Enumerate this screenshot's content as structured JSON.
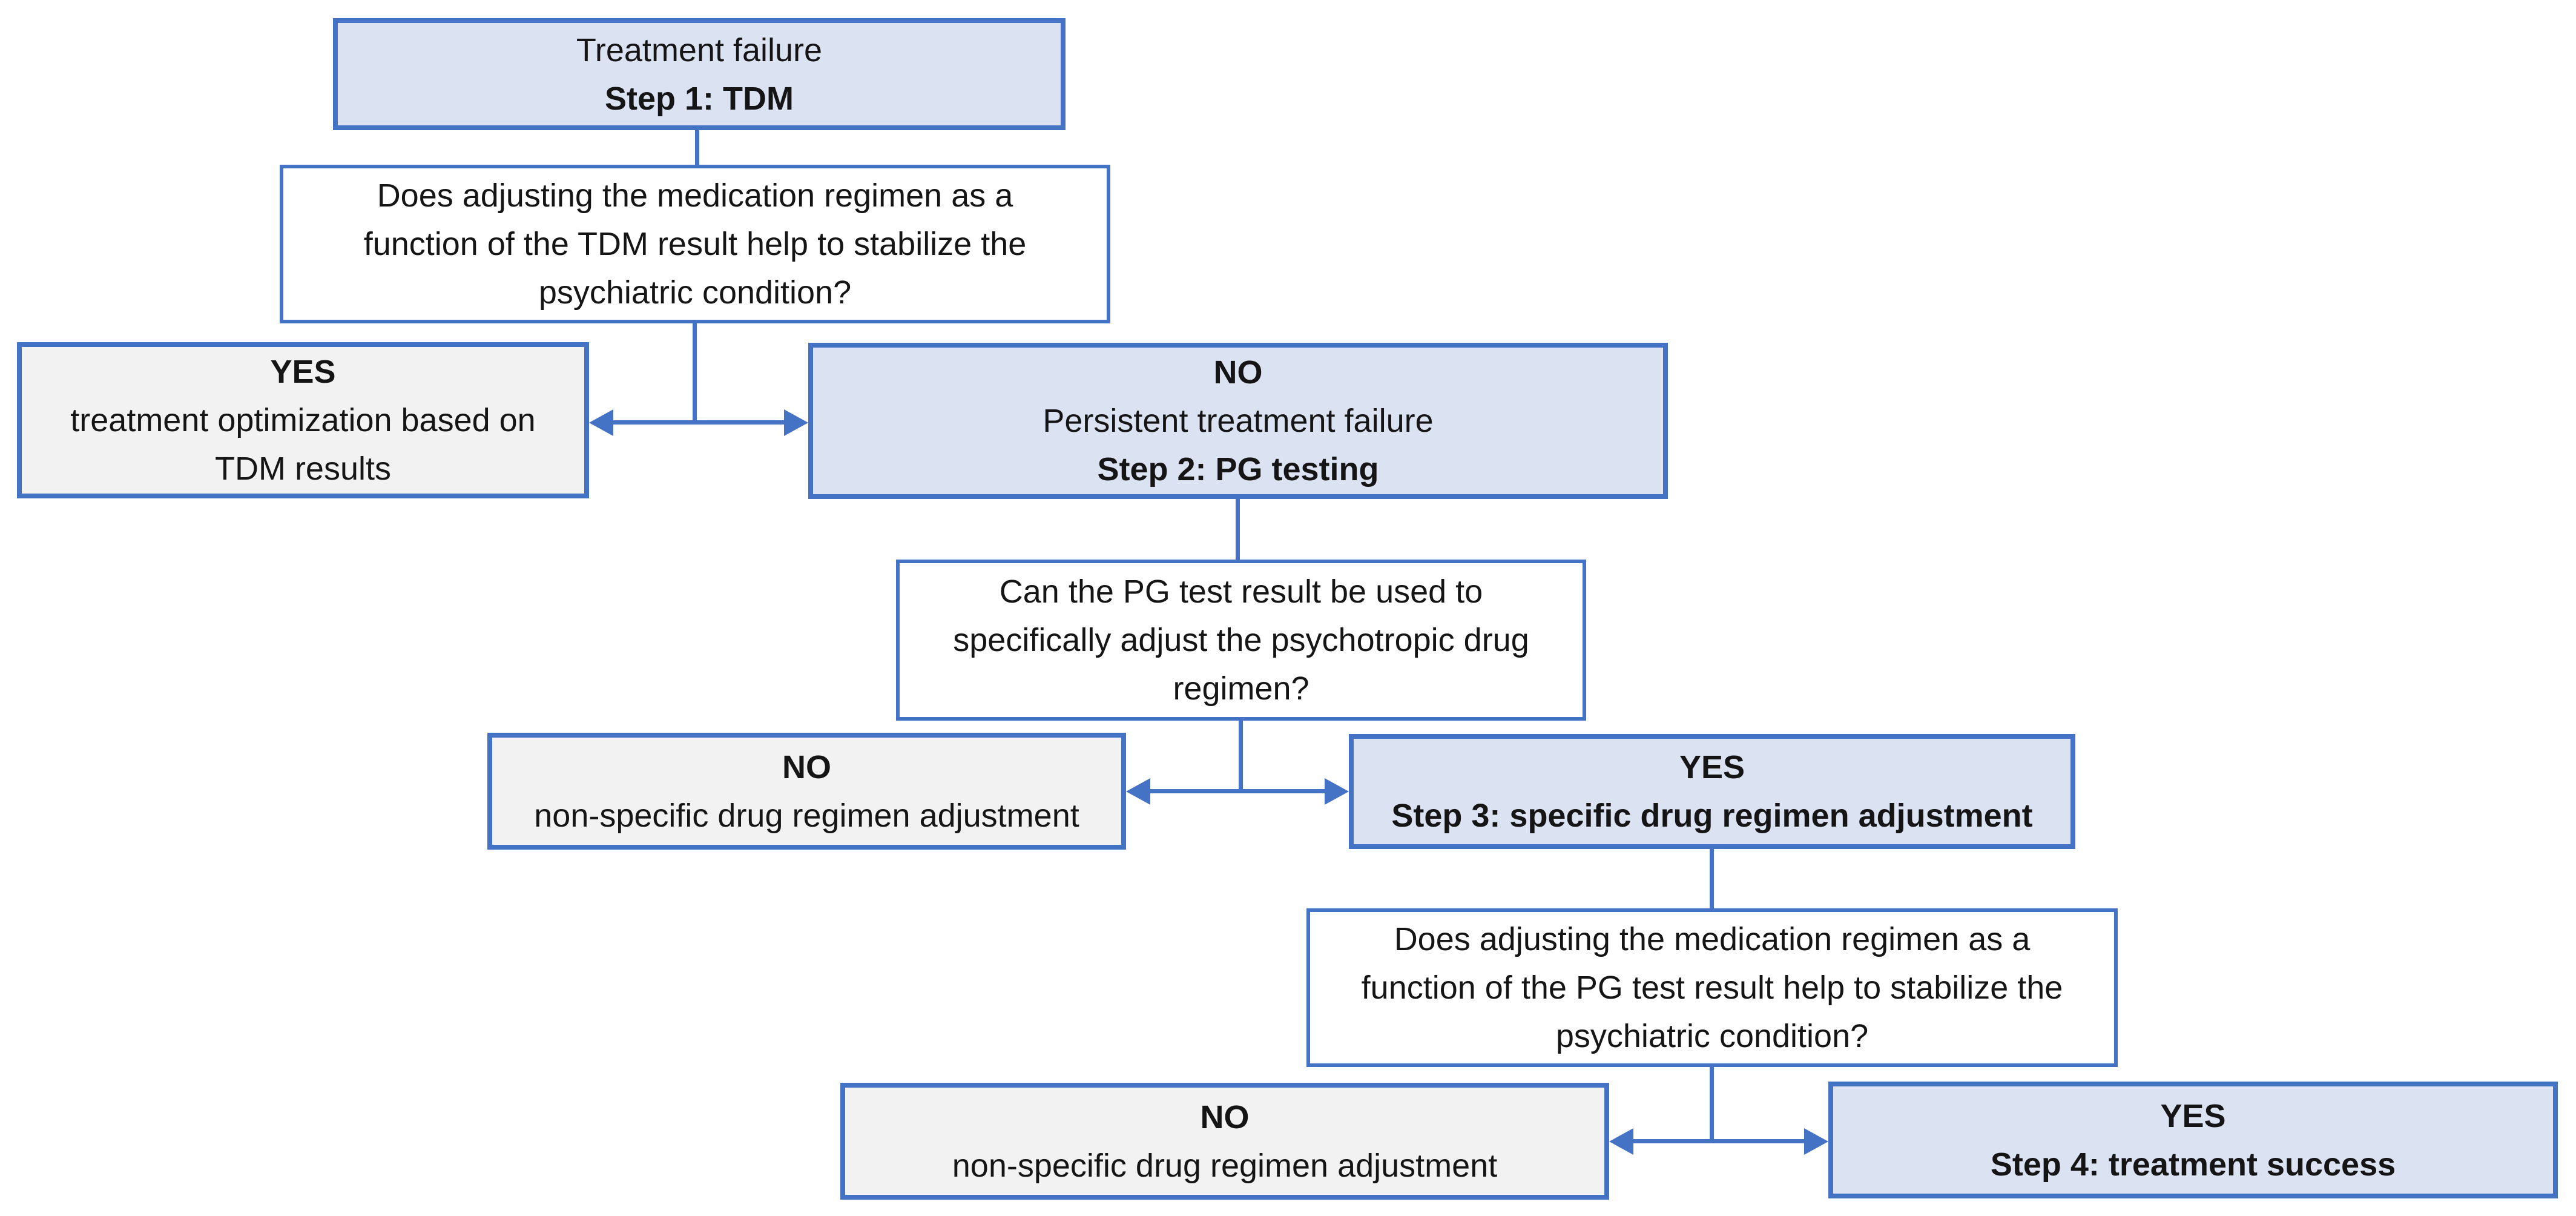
{
  "diagram": {
    "title": "TDM and PG testing treatment decision flowchart",
    "colors": {
      "box_blue": "#dbe3f3",
      "box_gray": "#f2f2f2",
      "box_white": "#ffffff",
      "border_blue": "#4472c4",
      "line_blue": "#4472c4",
      "text": "#151515"
    },
    "nodes": {
      "step1": {
        "l1": "Treatment failure",
        "l2": "Step 1: TDM"
      },
      "q1": {
        "l1": "Does adjusting the medication regimen as a",
        "l2": "function of the TDM result help to stabilize the",
        "l3": "psychiatric condition?"
      },
      "yes1": {
        "l1": "YES",
        "l2": "treatment optimization based on",
        "l3": "TDM results"
      },
      "no1": {
        "l1": "NO",
        "l2": "Persistent treatment failure",
        "l3": "Step 2: PG testing"
      },
      "q2": {
        "l1": "Can the PG test result be used to",
        "l2": "specifically adjust the psychotropic drug",
        "l3": "regimen?"
      },
      "no2": {
        "l1": "NO",
        "l2": "non-specific drug regimen adjustment"
      },
      "yes2": {
        "l1": "YES",
        "l2": "Step 3: specific drug regimen adjustment"
      },
      "q3": {
        "l1": "Does adjusting the medication regimen as a",
        "l2": "function of the PG test result help to stabilize the",
        "l3": "psychiatric condition?"
      },
      "no3": {
        "l1": "NO",
        "l2": "non-specific drug regimen adjustment"
      },
      "yes3": {
        "l1": "YES",
        "l2": "Step 4: treatment success"
      }
    }
  }
}
